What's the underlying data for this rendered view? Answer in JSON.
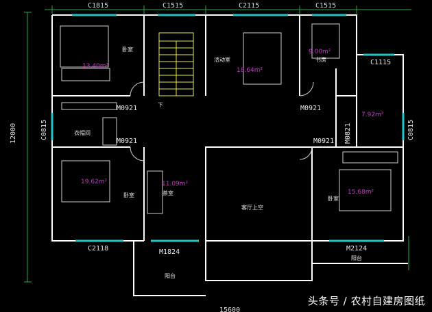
{
  "labels": {
    "dims_top": [
      "C1815",
      "C1515",
      "C2115",
      "C1515"
    ],
    "dim_left": "12000",
    "dim_bottom": "15600",
    "doors": {
      "m0921_a": "M0921",
      "m0921_b": "M0921",
      "m0921_c": "M0921",
      "m0921_d": "M0921",
      "m0821": "M0821",
      "m1824": "M1824",
      "m2124": "M2124",
      "c0815_left": "C0815",
      "c0815_right": "C0815",
      "c1115": "C1115",
      "c2118": "C2118"
    },
    "rooms": {
      "bedroom_tl": "卧室",
      "stair_down": "下",
      "activity": "活动室",
      "study": "书房",
      "cloakroom": "衣帽间",
      "bedroom_bl": "卧室",
      "tea_room": "茶室",
      "living_void": "客厅上空",
      "bedroom_r": "卧室",
      "balcony_l": "阳台",
      "balcony_r": "阳台"
    },
    "areas": {
      "bedroom_tl": "13.40m²",
      "activity": "18.64m²",
      "study": "9.00m²",
      "bath": "7.92m²",
      "bedroom_bl": "19.62m²",
      "tea_room": "11.09m²",
      "bedroom_r": "15.68m²"
    }
  },
  "watermark": "头条号 / 农村自建房图纸",
  "colors": {
    "background": "#000000",
    "wall": "#ffffff",
    "window": "#1fc8c8",
    "stair": "#e8e84a",
    "area_text": "#c23cc2",
    "dim_line": "#2aa84a"
  }
}
